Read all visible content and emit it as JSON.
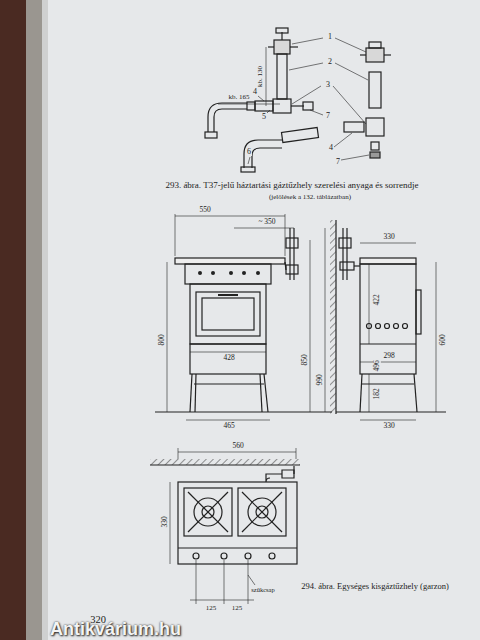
{
  "diagram": {
    "labels": [
      "kb. 130",
      "kb. 165",
      "1",
      "2",
      "3",
      "4",
      "5",
      "6",
      "7",
      "4",
      "7",
      "293. ábra. T37-jelű háztartási gáztűzhely szerelési anyaga és sorrendje",
      "(jelölések a 132. táblázatban)",
      "550",
      "~ 350",
      "800",
      "850",
      "428",
      "465",
      "990",
      "330",
      "422",
      "298",
      "496",
      "182",
      "600",
      "330",
      "560",
      "330",
      "125",
      "125",
      "szűkcsap",
      "294. ábra. Egységes kisgáztűzhely (garzon)",
      "320",
      "Antikvárium.hu"
    ]
  }
}
